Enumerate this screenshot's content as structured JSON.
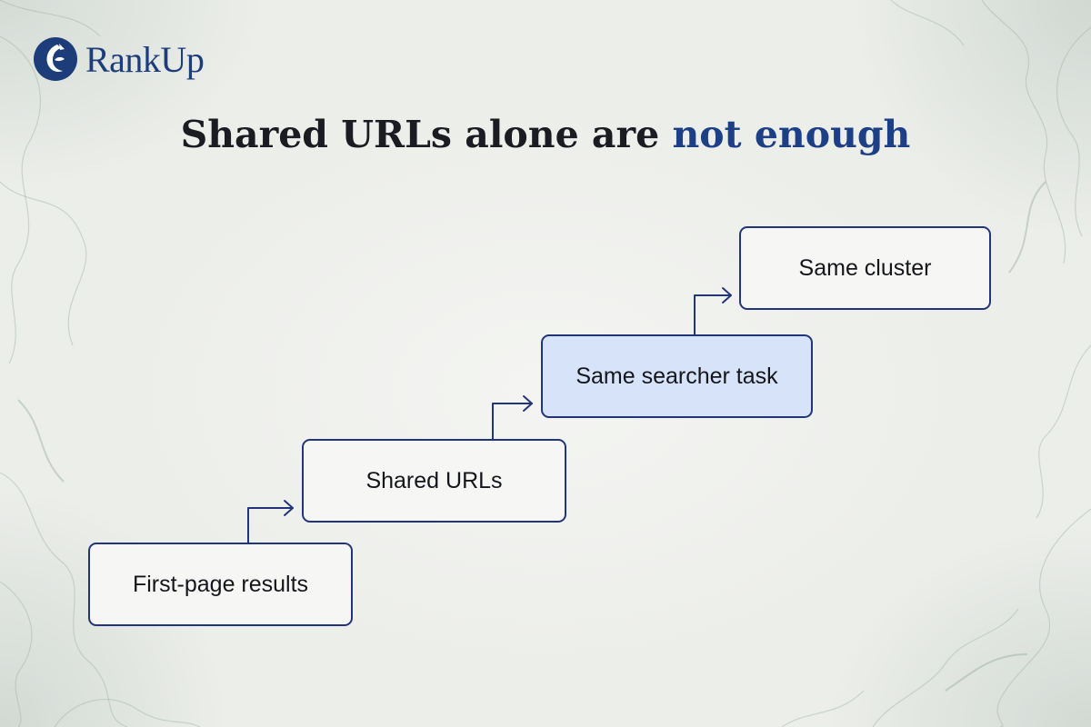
{
  "brand": {
    "name": "RankUp",
    "logo_icon": "logo-icon",
    "color": "#1c3d7a"
  },
  "title": {
    "main": "Shared URLs alone are ",
    "accent": "not enough",
    "accent_color": "#1d3f86"
  },
  "steps": [
    {
      "label": "First-page results",
      "highlighted": false
    },
    {
      "label": "Shared URLs",
      "highlighted": false
    },
    {
      "label": "Same searcher task",
      "highlighted": true
    },
    {
      "label": "Same cluster",
      "highlighted": false
    }
  ],
  "colors": {
    "border": "#23357a",
    "highlight_fill": "#d7e3f8",
    "background": "#eef0ed"
  }
}
